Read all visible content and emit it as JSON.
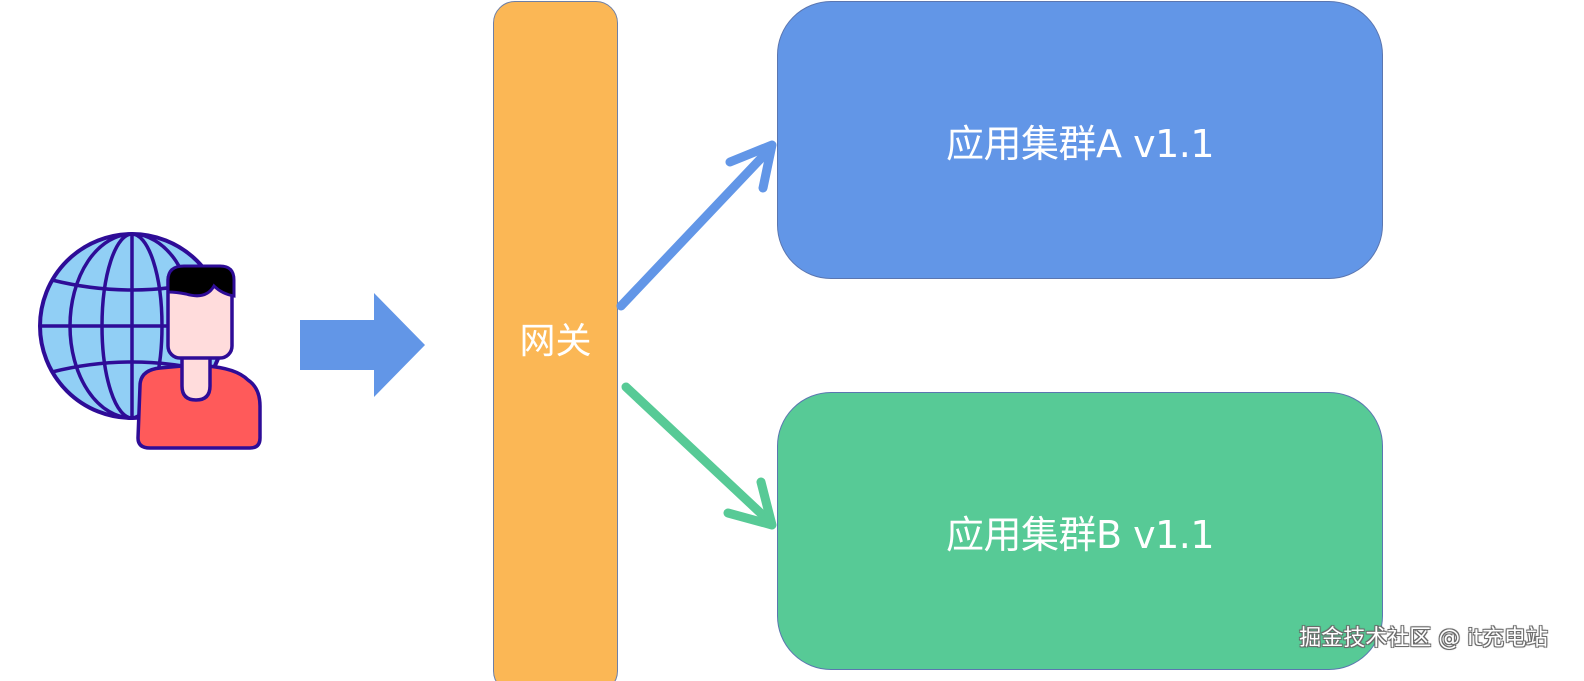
{
  "gateway": {
    "label": "网关",
    "color": "#FBB755"
  },
  "clusters": [
    {
      "label": "应用集群A v1.1",
      "color": "#6296E7"
    },
    {
      "label": "应用集群B v1.1",
      "color": "#57CA96"
    }
  ],
  "icons": {
    "user": "user-globe-icon",
    "input_arrow": "right-arrow-icon"
  },
  "colors": {
    "route_a": "#6296E7",
    "route_b": "#57CA96",
    "input_arrow": "#6296E7",
    "globe": "#91CFF5",
    "outline": "#2E0C97",
    "shirt": "#FF5A5A",
    "face": "#FFDCDC"
  },
  "watermark": "掘金技术社区 @ it充电站"
}
